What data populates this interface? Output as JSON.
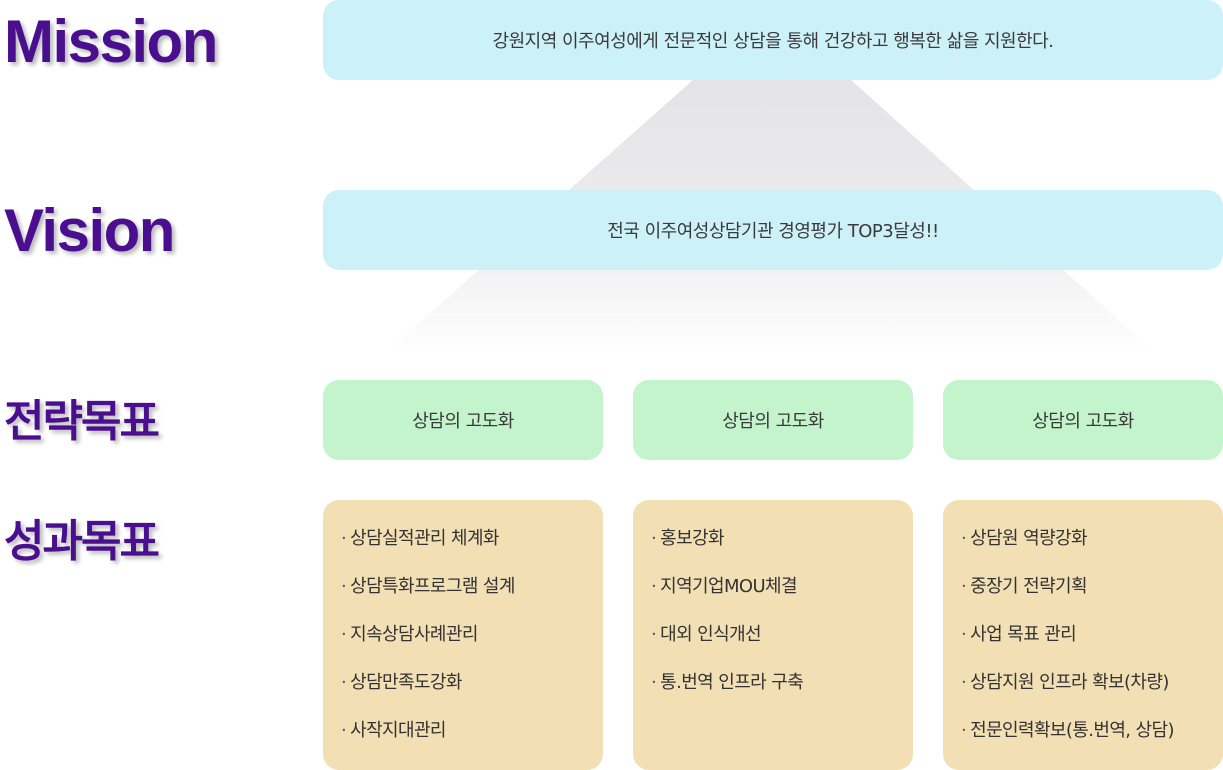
{
  "labels": {
    "mission": "Mission",
    "vision": "Vision",
    "strategy": "전략목표",
    "performance": "성과목표"
  },
  "mission_text": "강원지역 이주여성에게 전문적인 상담을 통해 건강하고 행복한 삶을 지원한다.",
  "vision_text": "전국 이주여성상담기관 경영평가 TOP3달성!!",
  "strategic_goals": [
    "상담의 고도화",
    "상담의 고도화",
    "상담의 고도화"
  ],
  "performance_goals": [
    {
      "items": [
        "상담실적관리 체계화",
        "상담특화프로그램 설계",
        "지속상담사례관리",
        "상담만족도강화",
        "사작지대관리"
      ]
    },
    {
      "items": [
        "홍보강화",
        "지역기업MOU체결",
        "대외 인식개선",
        "통.번역 인프라 구축"
      ]
    },
    {
      "items": [
        "상담원 역량강화",
        "중장기 전략기획",
        "사업 목표 관리",
        "상담지원 인프라 확보(차량)",
        "전문인력확보(통.번역, 상담)"
      ]
    }
  ],
  "bullet_char": "·",
  "colors": {
    "label": "#4a0f8f",
    "banner": "#cdf1f8",
    "strategy_box": "#c3f4cc",
    "performance_box": "#f2dfb4",
    "pyramid": "#e6e6e8"
  }
}
